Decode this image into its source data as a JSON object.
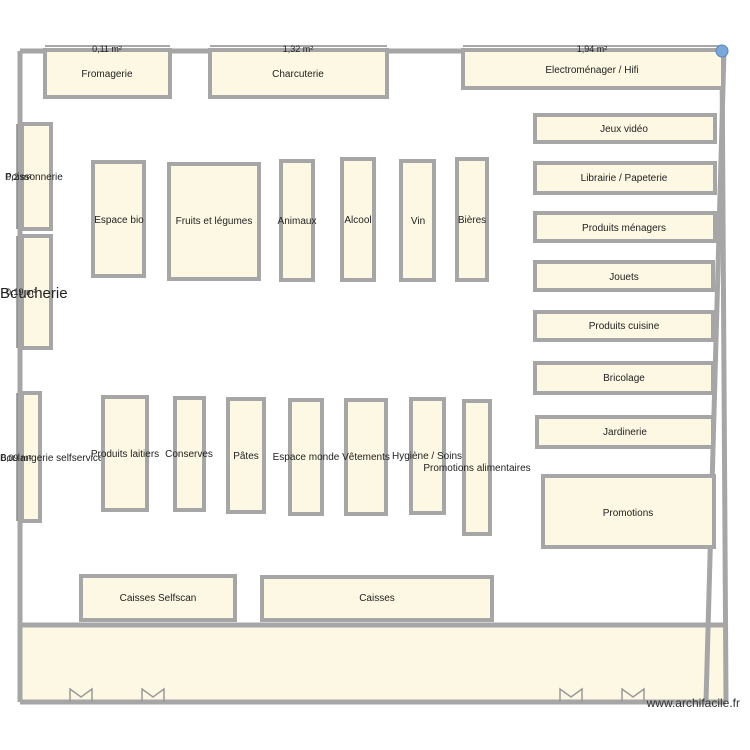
{
  "rooms": {
    "fromagerie": "Fromagerie",
    "charcuterie": "Charcuterie",
    "electromenager": "Electroménager / Hifi",
    "jeux_video": "Jeux vidéo",
    "librairie": "Librairie / Papeterie",
    "produits_menagers": "Produits ménagers",
    "jouets": "Jouets",
    "produits_cuisine": "Produits cuisine",
    "bricolage": "Bricolage",
    "jardinerie": "Jardinerie",
    "promotions": "Promotions",
    "poissonnerie": "Poissonnerie",
    "boucherie": "Boucherie",
    "selfservice": "Boulangerie selfservice",
    "espace_bio": "Espace bio",
    "fruits_legumes": "Fruits et légumes",
    "animaux": "Animaux",
    "alcool": "Alcool",
    "vin": "Vin",
    "bieres": "Bières",
    "produits_laitiers": "Produits laitiers",
    "conserves": "Conserves",
    "pates": "Pâtes",
    "espace_monde": "Espace monde",
    "vetements": "Vêtements",
    "hygiene": "Hygiène / Soins",
    "promotions_alimentaires": "Promotions alimentaires",
    "caisses_selfscan": "Caisses Selfscan",
    "caisses": "Caisses"
  },
  "dimensions": {
    "fromagerie": "0,11 m²",
    "charcuterie": "1,32 m²",
    "electromenager": "1,94 m²",
    "poissonnerie": "0,2 m²",
    "boucherie": "0,19 m²",
    "selfservice": "0,09 m²"
  },
  "icons": [
    "door-icon"
  ],
  "colors": {
    "room_fill": "#fdf8e3",
    "wall": "#a6a6a6"
  },
  "watermark": "www.archifacile.fr"
}
